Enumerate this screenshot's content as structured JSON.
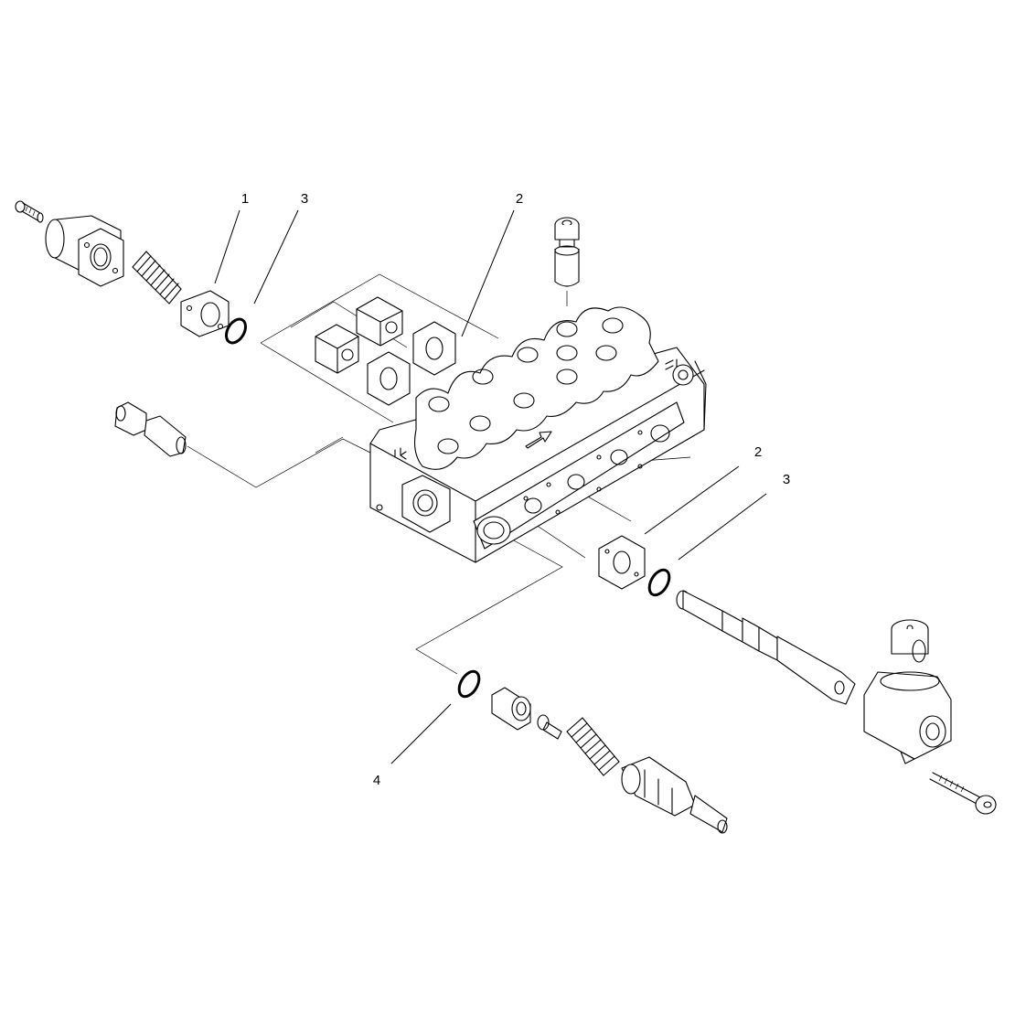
{
  "diagram": {
    "callouts": [
      {
        "id": "callout-1-top",
        "label": "1"
      },
      {
        "id": "callout-3-top",
        "label": "3"
      },
      {
        "id": "callout-2-top",
        "label": "2"
      },
      {
        "id": "callout-2-right",
        "label": "2"
      },
      {
        "id": "callout-3-right",
        "label": "3"
      },
      {
        "id": "callout-4-bottom",
        "label": "4"
      }
    ]
  }
}
